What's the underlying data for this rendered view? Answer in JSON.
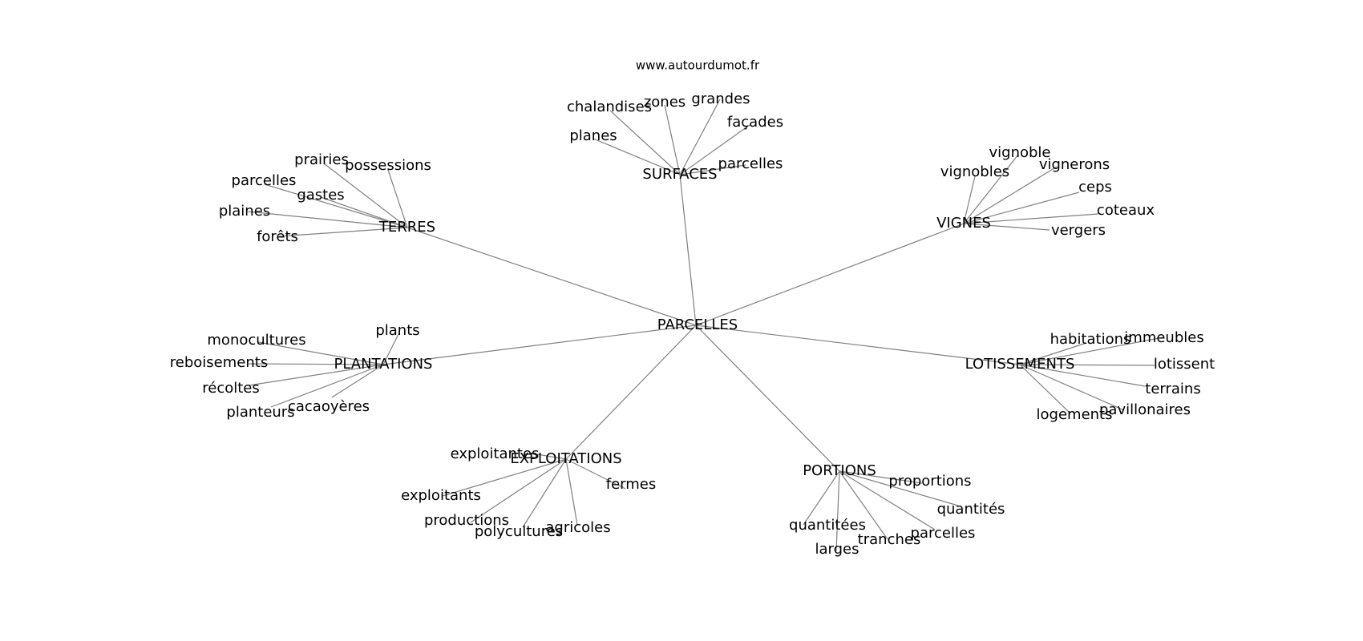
{
  "source": "www.autourdumot.fr",
  "center": "PARCELLES",
  "colors": {
    "edge": "#808080",
    "text": "#000000",
    "background": "#ffffff"
  },
  "hubs": [
    {
      "id": "surfaces",
      "label": "SURFACES",
      "words": [
        "chalandises",
        "zones",
        "grandes",
        "façades",
        "planes",
        "parcelles"
      ]
    },
    {
      "id": "terres",
      "label": "TERRES",
      "words": [
        "prairies",
        "possessions",
        "parcelles",
        "gastes",
        "plaines",
        "forêts"
      ]
    },
    {
      "id": "vignes",
      "label": "VIGNES",
      "words": [
        "vignoble",
        "vignobles",
        "vignerons",
        "ceps",
        "coteaux",
        "vergers"
      ]
    },
    {
      "id": "plantations",
      "label": "PLANTATIONS",
      "words": [
        "monocultures",
        "plants",
        "reboisements",
        "récoltes",
        "cacaoyères",
        "planteurs"
      ]
    },
    {
      "id": "lotissements",
      "label": "LOTISSEMENTS",
      "words": [
        "habitations",
        "immeubles",
        "lotissent",
        "terrains",
        "pavillonaires",
        "logements"
      ]
    },
    {
      "id": "exploitations",
      "label": "EXPLOITATIONS",
      "words": [
        "exploitantes",
        "fermes",
        "exploitants",
        "productions",
        "polycultures",
        "agricoles"
      ]
    },
    {
      "id": "portions",
      "label": "PORTIONS",
      "words": [
        "proportions",
        "quantités",
        "parcelles",
        "tranches",
        "quantitées",
        "larges"
      ]
    }
  ]
}
